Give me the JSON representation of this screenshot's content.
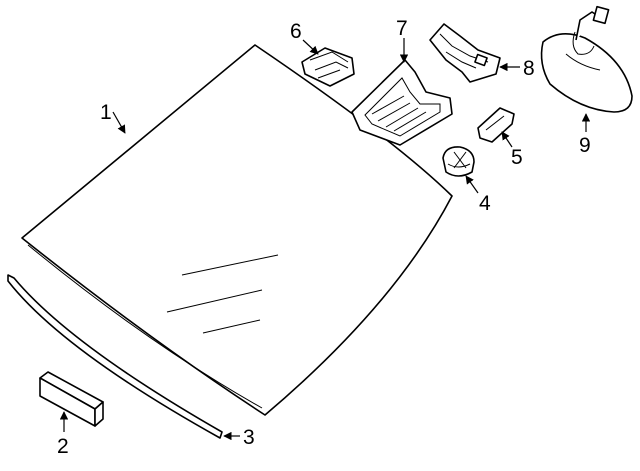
{
  "callouts": {
    "c1": "1",
    "c2": "2",
    "c3": "3",
    "c4": "4",
    "c5": "5",
    "c6": "6",
    "c7": "7",
    "c8": "8",
    "c9": "9"
  },
  "colors": {
    "line": "#000000",
    "background": "#ffffff",
    "shade": "#d9d9d9"
  }
}
